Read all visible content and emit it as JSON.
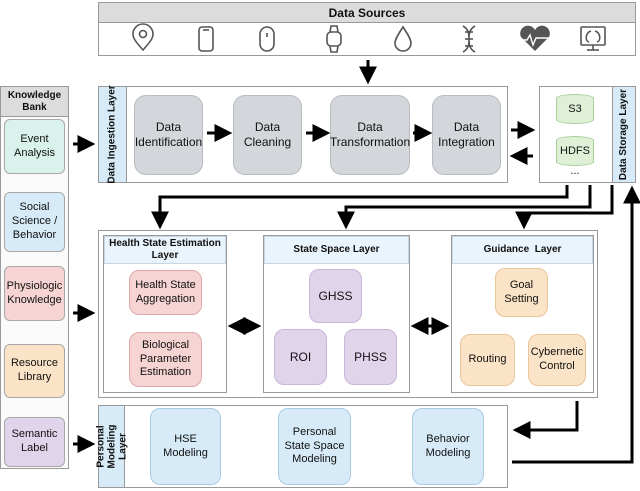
{
  "data_sources": {
    "title": "Data Sources",
    "icons": [
      "location-pin-icon",
      "smartphone-icon",
      "wearable-band-icon",
      "smartwatch-icon",
      "water-drop-icon",
      "dna-icon",
      "heart-rate-icon",
      "lung-xray-monitor-icon"
    ]
  },
  "knowledge_bank": {
    "title": "Knowledge Bank",
    "items": [
      {
        "label": "Event Analysis",
        "color": "#d9f2ec"
      },
      {
        "label": "Social Science / Behavior",
        "color": "#d6ebf7"
      },
      {
        "label": "Physiologic Knowledge",
        "color": "#f6d4d4"
      },
      {
        "label": "Resource Library",
        "color": "#fae3c6"
      },
      {
        "label": "Semantic Label",
        "color": "#e0d4ea"
      }
    ]
  },
  "ingestion": {
    "layer_label": "Data Ingestion Layer",
    "steps": [
      "Data Identification",
      "Data Cleaning",
      "Data Transformation",
      "Data Integration"
    ]
  },
  "storage": {
    "layer_label": "Data Storage Layer",
    "items": [
      "S3",
      "HDFS",
      "..."
    ]
  },
  "hse": {
    "title": "Health State Estimation Layer",
    "boxes": [
      "Health State Aggregation",
      "Biological Parameter Estimation"
    ]
  },
  "state_space": {
    "title": "State Space Layer",
    "boxes": [
      "GHSS",
      "ROI",
      "PHSS"
    ]
  },
  "guidance": {
    "title": "Guidance  Layer",
    "boxes": [
      "Goal Setting",
      "Routing",
      "Cybernetic Control"
    ]
  },
  "personal": {
    "layer_label": "Personal Modeling Layer",
    "boxes": [
      "HSE Modeling",
      "Personal State Space Modeling",
      "Behavior Modeling"
    ]
  }
}
